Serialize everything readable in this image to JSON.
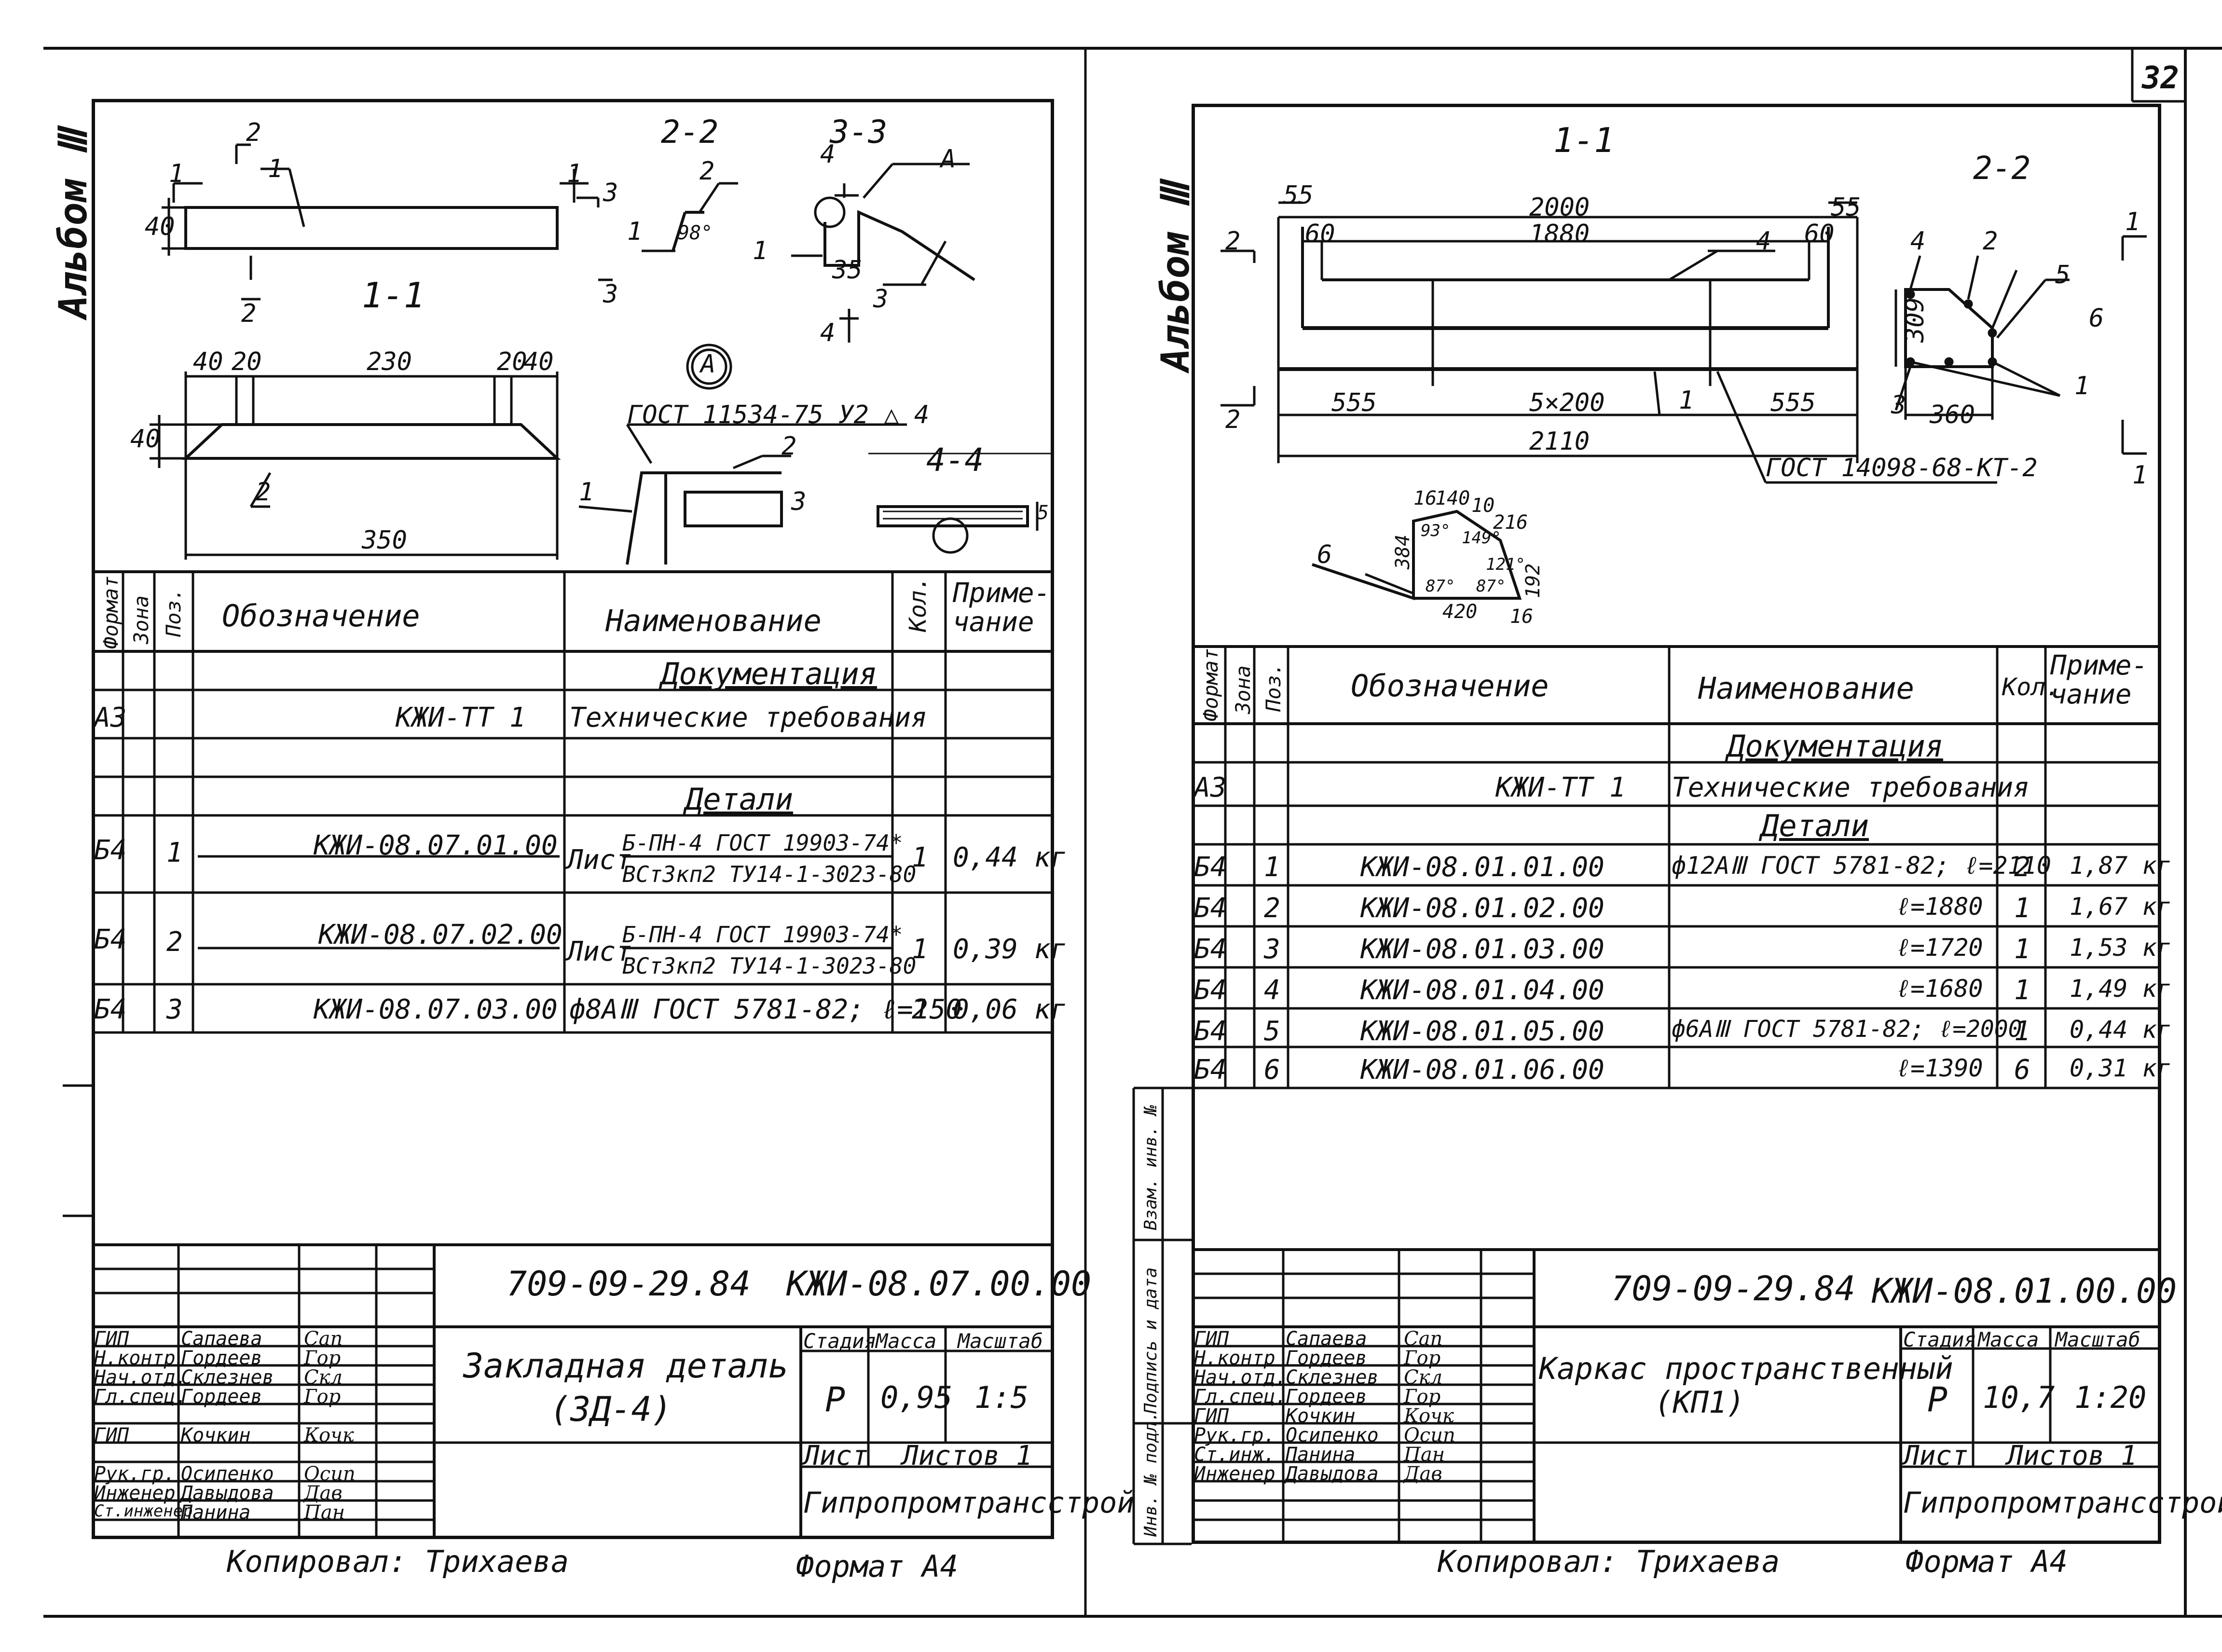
{
  "page_number": "32",
  "left": {
    "album_label": "Альбом Ⅲ",
    "drawing": {
      "sec11": "1-1",
      "sec22": "2-2",
      "sec33": "3-3",
      "sec44": "4-4",
      "labelA": "А",
      "calloutA": "А",
      "gost_weld": "ГОСТ 11534-75 У2 △ 4",
      "angle98": "98°",
      "d40": "40",
      "d20": "20",
      "d230": "230",
      "d350": "350",
      "d35": "35",
      "d5": "5",
      "n1": "1",
      "n2": "2",
      "n3": "3",
      "n4": "4"
    },
    "table": {
      "col_format": "Формат",
      "col_zone": "Зона",
      "col_pos": "Поз.",
      "col_designation": "Обозначение",
      "col_name": "Наименование",
      "col_qty": "Кол.",
      "col_note": "Приме-\nчание",
      "section_docs": "Документация",
      "section_parts": "Детали",
      "rows": [
        {
          "format": "А3",
          "pos": "",
          "designation": "КЖИ-ТТ 1",
          "name": "Технические требования",
          "qty": "",
          "note": ""
        },
        {
          "format": "Б4",
          "pos": "1",
          "designation": "КЖИ-08.07.01.00",
          "name_pre": "Лист",
          "name_top": "Б-ПН-4 ГОСТ 19903-74*",
          "name_bot": "ВСт3кп2 ТУ14-1-3023-80",
          "qty": "1",
          "note": "0,44 кг"
        },
        {
          "format": "Б4",
          "pos": "2",
          "designation": "КЖИ-08.07.02.00",
          "name_pre": "Лист",
          "name_top": "Б-ПН-4 ГОСТ 19903-74*",
          "name_bot": "ВСт3кп2 ТУ14-1-3023-80",
          "qty": "1",
          "note": "0,39 кг"
        },
        {
          "format": "Б4",
          "pos": "3",
          "designation": "КЖИ-08.07.03.00",
          "name": "ф8АⅢ ГОСТ 5781-82; ℓ=150",
          "qty": "2",
          "note": "0,06 кг"
        }
      ]
    },
    "title_block": {
      "code": "709-09-29.84",
      "doc": "КЖИ-08.07.00.00",
      "title_line1": "Закладная деталь",
      "title_line2": "(ЗД-4)",
      "stage_label": "Стадия",
      "mass_label": "Масса",
      "scale_label": "Масштаб",
      "stage": "Р",
      "mass": "0,95",
      "scale": "1:5",
      "sheet_label": "Лист",
      "sheets_label": "Листов 1",
      "org": "Гипропромтрансстрой",
      "people": [
        {
          "role": "ГИП",
          "name": "Сапаева",
          "sign": "Сап"
        },
        {
          "role": "Н.контр",
          "name": "Гордеев",
          "sign": "Гор"
        },
        {
          "role": "Нач.отд.",
          "name": "Склезнев",
          "sign": "Скл"
        },
        {
          "role": "Гл.спец.",
          "name": "Гордеев",
          "sign": "Гор"
        },
        {
          "role": "ГИП",
          "name": "Кочкин",
          "sign": "Кочк"
        },
        {
          "role": "Рук.гр.",
          "name": "Осипенко",
          "sign": "Осип"
        },
        {
          "role": "Инженер",
          "name": "Давыдова",
          "sign": "Дав"
        },
        {
          "role": "Ст.инженер",
          "name": "Панина",
          "sign": "Пан"
        }
      ]
    },
    "copied_by": "Копировал: Трихаева",
    "format": "Формат А4"
  },
  "right": {
    "album_label": "Альбом Ⅲ",
    "drawing": {
      "sec11": "1-1",
      "sec22": "2-2",
      "d55a": "55",
      "d55b": "55",
      "d2000": "2000",
      "d1880": "1880",
      "d60a": "60",
      "d60b": "60",
      "d555a": "555",
      "d555b": "555",
      "d5x200": "5×200",
      "d2110": "2110",
      "d309": "309",
      "d360": "360",
      "gost_kt": "ГОСТ 14098-68-КТ-2",
      "bend": {
        "a": "16",
        "b": "140",
        "c": "10",
        "d": "216",
        "e": "93°",
        "f": "149°",
        "g": "121°",
        "h": "87°",
        "i": "87°",
        "j": "384",
        "k": "192",
        "l": "420",
        "m": "16",
        "n": "6"
      },
      "n1": "1",
      "n2": "2",
      "n3": "3",
      "n4": "4",
      "n5": "5",
      "n6": "6"
    },
    "table": {
      "col_format": "Формат",
      "col_zone": "Зона",
      "col_pos": "Поз.",
      "col_designation": "Обозначение",
      "col_name": "Наименование",
      "col_qty": "Кол.",
      "col_note": "Приме-\nчание",
      "section_docs": "Документация",
      "section_parts": "Детали",
      "rows": [
        {
          "format": "А3",
          "pos": "",
          "designation": "КЖИ-ТТ 1",
          "name": "Технические требования",
          "qty": "",
          "note": ""
        },
        {
          "format": "Б4",
          "pos": "1",
          "designation": "КЖИ-08.01.01.00",
          "name": "ф12АⅢ ГОСТ 5781-82; ℓ=2110",
          "qty": "2",
          "note": "1,87 кг"
        },
        {
          "format": "Б4",
          "pos": "2",
          "designation": "КЖИ-08.01.02.00",
          "name": "ℓ=1880",
          "qty": "1",
          "note": "1,67 кг"
        },
        {
          "format": "Б4",
          "pos": "3",
          "designation": "КЖИ-08.01.03.00",
          "name": "ℓ=1720",
          "qty": "1",
          "note": "1,53 кг"
        },
        {
          "format": "Б4",
          "pos": "4",
          "designation": "КЖИ-08.01.04.00",
          "name": "ℓ=1680",
          "qty": "1",
          "note": "1,49 кг"
        },
        {
          "format": "Б4",
          "pos": "5",
          "designation": "КЖИ-08.01.05.00",
          "name": "ф6АⅢ ГОСТ 5781-82; ℓ=2000",
          "qty": "1",
          "note": "0,44 кг"
        },
        {
          "format": "Б4",
          "pos": "6",
          "designation": "КЖИ-08.01.06.00",
          "name": "ℓ=1390",
          "qty": "6",
          "note": "0,31 кг"
        }
      ]
    },
    "side_stamps": [
      "Взам. инв. №",
      "Подпись и дата",
      "Инв. № подл."
    ],
    "title_block": {
      "code": "709-09-29.84",
      "doc": "КЖИ-08.01.00.00",
      "title_line1": "Каркас пространственный",
      "title_line2": "(КП1)",
      "stage_label": "Стадия",
      "mass_label": "Масса",
      "scale_label": "Масштаб",
      "stage": "Р",
      "mass": "10,7",
      "scale": "1:20",
      "sheet_label": "Лист",
      "sheets_label": "Листов 1",
      "org": "Гипропромтрансстрой",
      "people": [
        {
          "role": "ГИП",
          "name": "Сапаева",
          "sign": "Сап"
        },
        {
          "role": "Н.контр",
          "name": "Гордеев",
          "sign": "Гор"
        },
        {
          "role": "Нач.отд.",
          "name": "Склезнев",
          "sign": "Скл"
        },
        {
          "role": "Гл.спец.",
          "name": "Гордеев",
          "sign": "Гор"
        },
        {
          "role": "ГИП",
          "name": "Кочкин",
          "sign": "Кочк"
        },
        {
          "role": "Рук.гр.",
          "name": "Осипенко",
          "sign": "Осип"
        },
        {
          "role": "Ст.инж.",
          "name": "Панина",
          "sign": "Пан"
        },
        {
          "role": "Инженер",
          "name": "Давыдова",
          "sign": "Дав"
        }
      ]
    },
    "copied_by": "Копировал: Трихаева",
    "format": "Формат А4"
  }
}
